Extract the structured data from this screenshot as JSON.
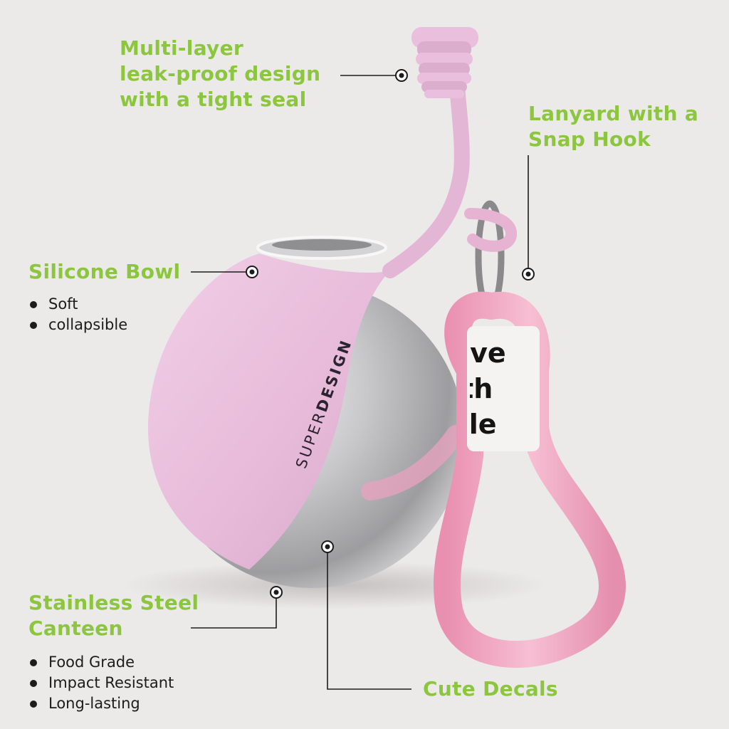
{
  "colors": {
    "background": "#eceae9",
    "accent": "#8cc63f",
    "silicone_pink": "#ebc2de",
    "steel": "#c9c9cb",
    "lanyard_pink": "#f2a9c3",
    "line": "#1c1c1c"
  },
  "callouts": {
    "seal": [
      "Multi-layer",
      "leak-proof design",
      "with a tight seal"
    ],
    "lanyard": [
      "Lanyard with a",
      "Snap Hook"
    ],
    "bowl": {
      "title": "Silicone Bowl",
      "bullets": [
        "Soft",
        "collapsible"
      ]
    },
    "canteen": {
      "title": [
        "Stainless Steel",
        "Canteen"
      ],
      "bullets": [
        "Food Grade",
        "Impact Resistant",
        "Long-lasting"
      ]
    },
    "decals": "Cute Decals"
  },
  "product": {
    "brand_light": "SUPER",
    "brand_bold": "DESIGN",
    "tag_lines": [
      "ove",
      "ith",
      "yle"
    ]
  },
  "icons": {
    "callout_marker": "target-dot-icon",
    "bullet": "bullet-dot-icon"
  }
}
